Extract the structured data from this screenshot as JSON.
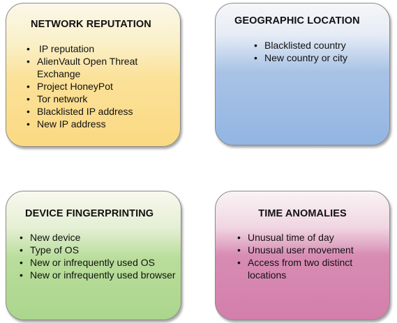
{
  "cards": [
    {
      "title": "NETWORK REPUTATION",
      "items": [
        "IP reputation",
        "AlienVault Open Threat Exchange",
        "Project HoneyPot",
        "Tor network",
        "Blacklisted IP address",
        "New IP address"
      ],
      "color": "#fbd982"
    },
    {
      "title": "GEOGRAPHIC LOCATION",
      "items": [
        "Blacklisted country",
        "New country or city"
      ],
      "color": "#92b5e2"
    },
    {
      "title": "DEVICE FINGERPRINTING",
      "items": [
        "New device",
        "Type of OS",
        "New or infrequently used OS",
        "New or infrequently used browser"
      ],
      "color": "#abd68d"
    },
    {
      "title": "TIME ANOMALIES",
      "items": [
        "Unusual time of day",
        "Unusual user movement",
        "Access from two distinct locations"
      ],
      "color": "#d37fab"
    }
  ]
}
